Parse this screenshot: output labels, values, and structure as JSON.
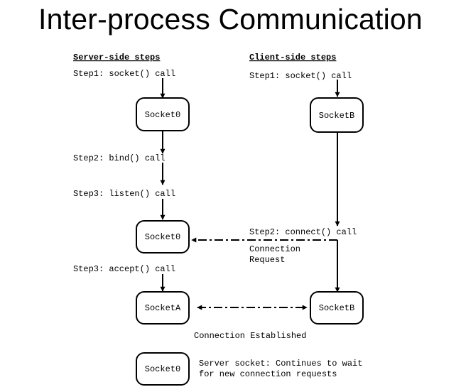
{
  "title": "Inter-process Communication",
  "headings": {
    "server": "Server-side steps",
    "client": "Client-side steps"
  },
  "server_steps": {
    "socket_call": "Step1: socket() call",
    "bind_call": "Step2:  bind() call",
    "listen_call": "Step3: listen() call",
    "accept_call": "Step3: accept() call"
  },
  "client_steps": {
    "socket_call": "Step1: socket() call",
    "connect_call": "Step2: connect() call"
  },
  "nodes": {
    "server_socket_initial": "Socket0",
    "client_socket_initial": "SocketB",
    "server_socket_listening": "Socket0",
    "server_socket_accepted": "SocketA",
    "client_socket_connected": "SocketB",
    "server_socket_waiting": "Socket0"
  },
  "labels": {
    "connection_request_line1": "Connection",
    "connection_request_line2": "Request",
    "connection_established": "Connection Established",
    "server_note_line1": "Server socket: Continues to wait",
    "server_note_line2": "for new connection requests"
  },
  "colors": {
    "stroke": "#000000",
    "background": "#ffffff"
  }
}
